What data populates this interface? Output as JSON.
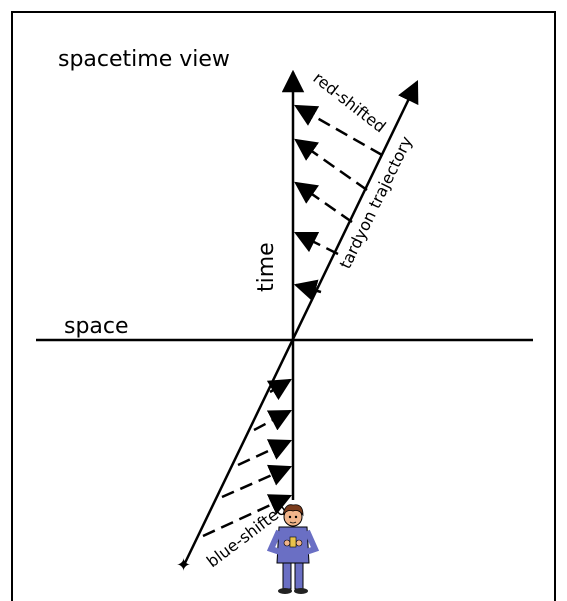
{
  "title": "spacetime view",
  "axes": {
    "time_label": "time",
    "space_label": "space"
  },
  "labels": {
    "trajectory": "tardyon trajectory",
    "upper_shift": "red-shifted",
    "lower_shift": "blue-shifted"
  },
  "figure": {
    "description_icon": "observer-figure-icon"
  },
  "colors": {
    "ink": "#000000",
    "figure_coat": "#6a6fc4",
    "figure_skin": "#f0b48a",
    "figure_hair": "#7a3b1c"
  }
}
